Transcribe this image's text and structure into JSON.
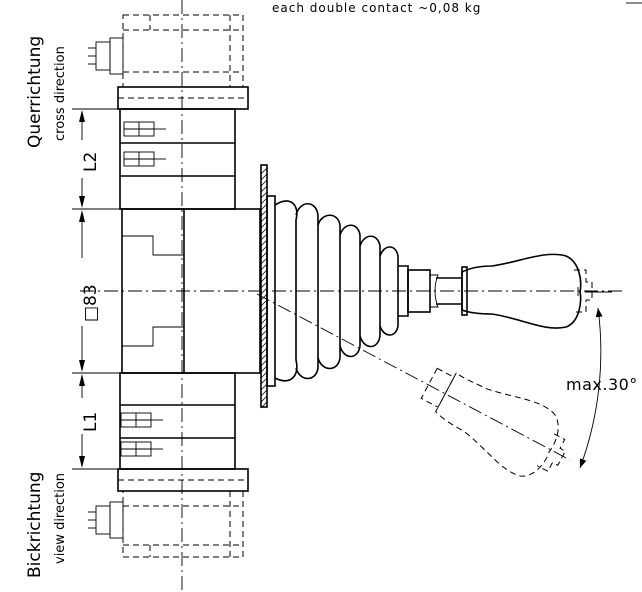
{
  "note": "each double contact ~0,08 kg",
  "side_labels": {
    "cross_de": "Querrichtung",
    "cross_en": "cross direction",
    "view_de": "Bickrichtung",
    "view_en": "view direction"
  },
  "dimensions": {
    "l2": "L2",
    "l1": "L1",
    "body": "□83"
  },
  "angle_label": "max.30°"
}
